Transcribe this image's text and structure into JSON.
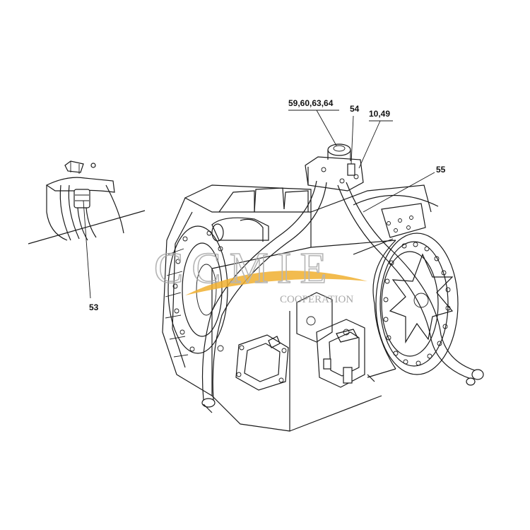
{
  "callouts": {
    "c1": "59,60,63,64",
    "c2": "54",
    "c3": "10,49",
    "c4": "55",
    "c5": "53"
  },
  "watermark": {
    "text": "CCMIE",
    "subtext": "COOPERATION",
    "accent": "#f0b030"
  },
  "colors": {
    "line": "#1a1a1a",
    "watermark": "#a9a9a9"
  }
}
